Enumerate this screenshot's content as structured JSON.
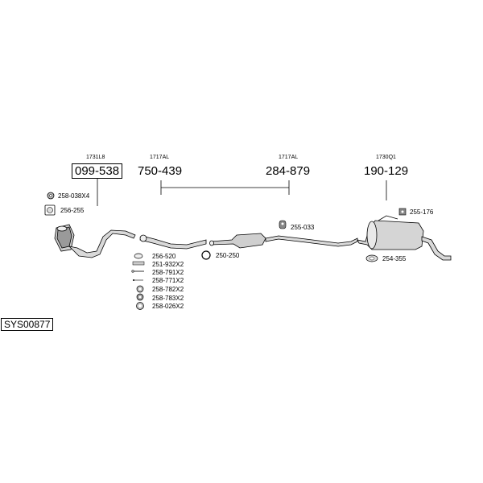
{
  "system_code": "SYS00877",
  "groups": [
    {
      "subref": "1731L8",
      "ref": "099-538",
      "boxed": true
    },
    {
      "subref": "1717AL",
      "ref": "750-439",
      "boxed": false
    },
    {
      "subref": "1717AL",
      "ref": "284-879",
      "boxed": false
    },
    {
      "subref": "1730Q1",
      "ref": "190-129",
      "boxed": false
    }
  ],
  "parts": [
    {
      "id": "p1",
      "text": "258-038X4"
    },
    {
      "id": "p2",
      "text": "256-255"
    },
    {
      "id": "p3",
      "text": "256-520"
    },
    {
      "id": "p4",
      "text": "251-932X2"
    },
    {
      "id": "p5",
      "text": "258-791X2"
    },
    {
      "id": "p6",
      "text": "258-771X2"
    },
    {
      "id": "p7",
      "text": "258-782X2"
    },
    {
      "id": "p8",
      "text": "258-783X2"
    },
    {
      "id": "p9",
      "text": "258-026X2"
    },
    {
      "id": "p10",
      "text": "250-250"
    },
    {
      "id": "p11",
      "text": "255-033"
    },
    {
      "id": "p12",
      "text": "255-176"
    },
    {
      "id": "p13",
      "text": "254-355"
    }
  ]
}
